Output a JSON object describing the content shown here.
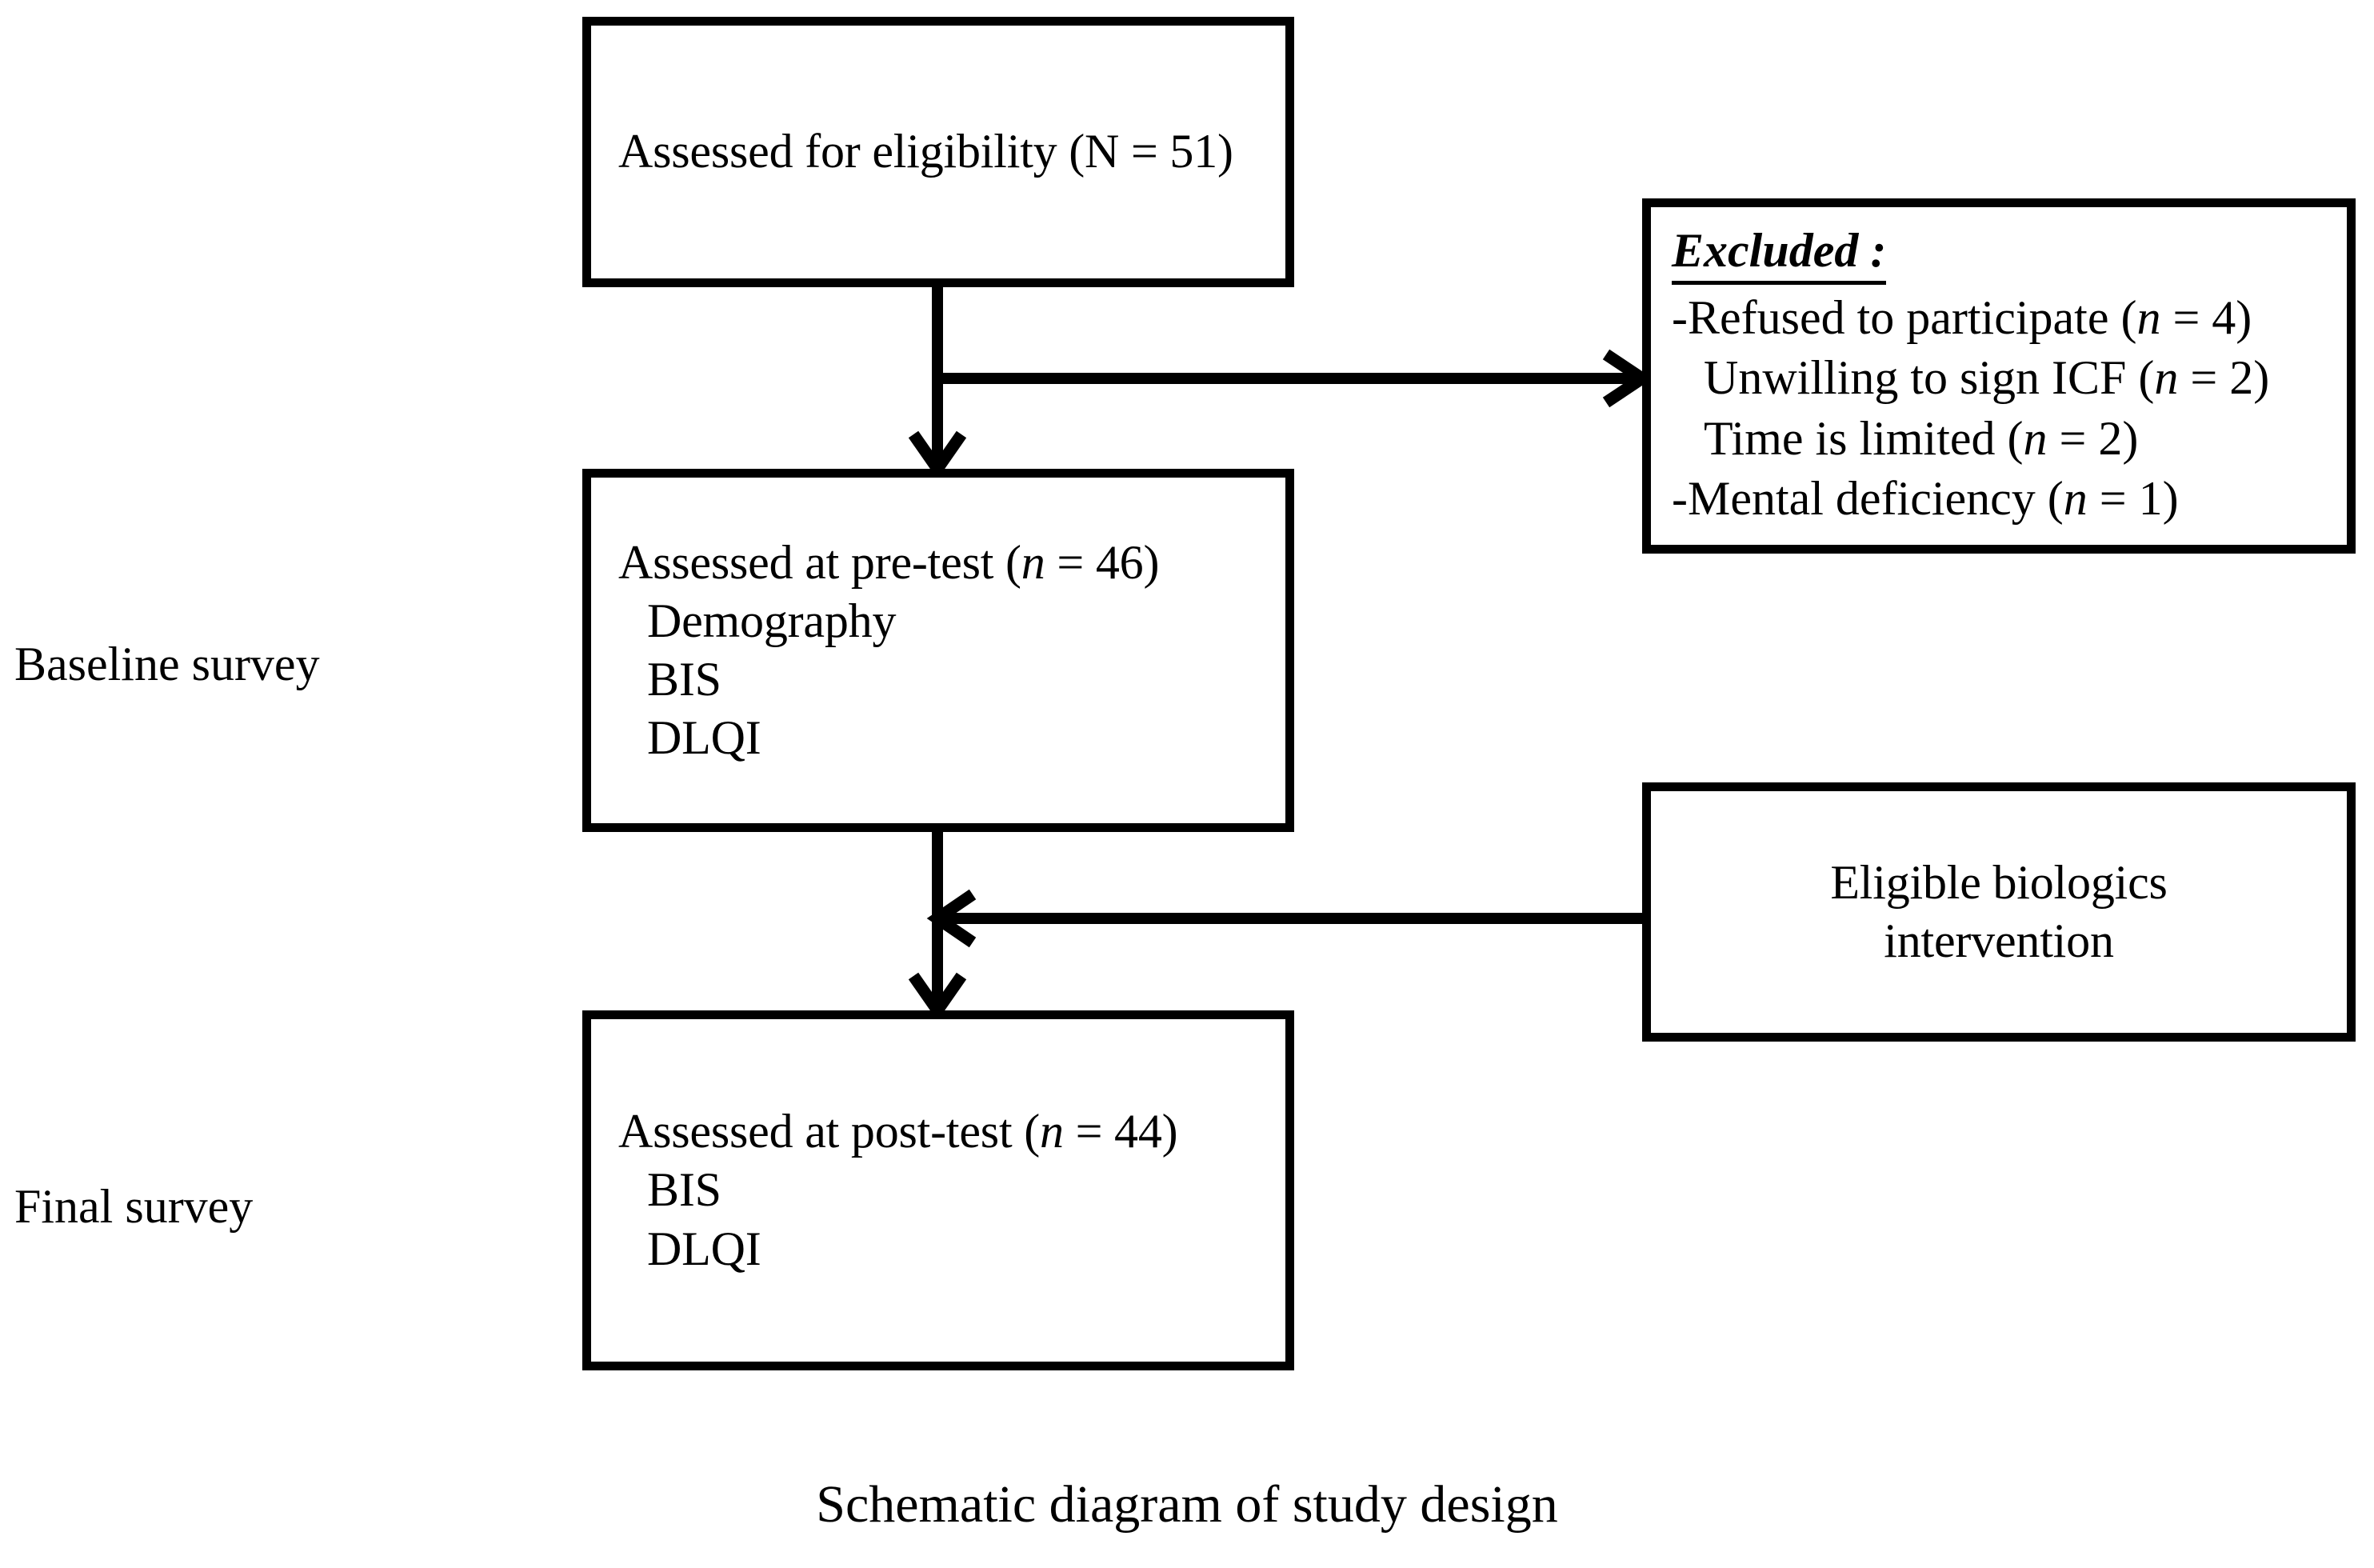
{
  "diagram": {
    "caption": "Schematic diagram of study design",
    "stage_labels": {
      "baseline": "Baseline survey",
      "final": "Final survey"
    },
    "boxes": {
      "eligibility": {
        "lines": [
          "Assessed for eligibility (N = 51)"
        ]
      },
      "excluded": {
        "heading": "Excluded :",
        "items": [
          {
            "prefix": "-",
            "text": "Refused to participate (",
            "italic_n": "n",
            "suffix": " = 4)",
            "indent": false
          },
          {
            "prefix": "",
            "text": "Unwilling to sign ICF (",
            "italic_n": "n",
            "suffix": " = 2)",
            "indent": true
          },
          {
            "prefix": "",
            "text": "Time is limited (",
            "italic_n": "n",
            "suffix": " = 2)",
            "indent": true
          },
          {
            "prefix": "-",
            "text": "Mental deficiency (",
            "italic_n": "n",
            "suffix": " = 1)",
            "indent": false
          }
        ]
      },
      "pretest": {
        "title_pre": "Assessed at pre-test (",
        "title_n": "n",
        "title_post": " = 46)",
        "measures": [
          "Demography",
          "BIS",
          "DLQI"
        ]
      },
      "biologics": {
        "lines": [
          "Eligible biologics",
          "intervention"
        ]
      },
      "posttest": {
        "title_pre": "Assessed at post-test (",
        "title_n": "n",
        "title_post": " = 44)",
        "measures": [
          "BIS",
          "DLQI"
        ]
      }
    },
    "connectors": [
      {
        "name": "eligibility-to-pretest",
        "type": "arrow-down"
      },
      {
        "name": "eligibility-to-excluded",
        "type": "arrow-right"
      },
      {
        "name": "pretest-to-posttest",
        "type": "arrow-down"
      },
      {
        "name": "biologics-to-flow",
        "type": "arrow-left"
      }
    ],
    "colors": {
      "stroke": "#000000",
      "background": "#ffffff",
      "text": "#000000"
    }
  }
}
